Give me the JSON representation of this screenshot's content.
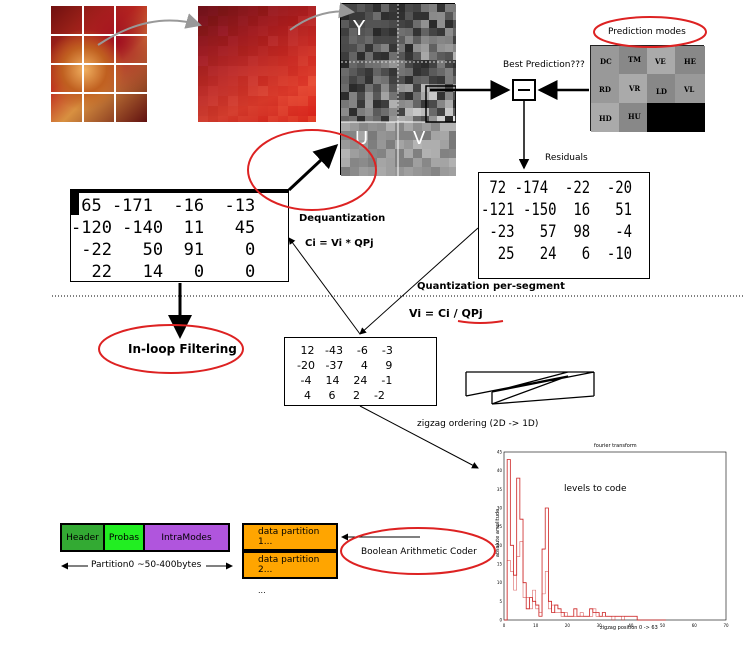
{
  "planes": {
    "y": "Y",
    "u": "U",
    "v": "V"
  },
  "prediction": {
    "title": "Prediction modes",
    "best_label": "Best Prediction???",
    "residuals_label": "Residuals",
    "modes": [
      "DC",
      "TM",
      "VE",
      "HE",
      "RD",
      "VR",
      "LD",
      "VL",
      "HD",
      "HU"
    ]
  },
  "residuals": {
    "rows": [
      " 72 -174  -22  -20",
      "-121 -150  16   51",
      " -23   57  98   -4",
      "  25   24   6  -10"
    ]
  },
  "reconstructed": {
    "rows": [
      " 65 -171  -16  -13",
      "-120 -140  11   45",
      " -22   50  91    0",
      "  22   14   0    0"
    ]
  },
  "dequant": {
    "title": "Dequantization",
    "formula": "Ci = Vi * QPj"
  },
  "quant": {
    "title": "Quantization per-segment",
    "formula_prefix": "Vi = Ci / ",
    "formula_qp": "QPj"
  },
  "levels": {
    "rows": [
      " 12   -43    -6    -3",
      "-20   -37     4     9",
      " -4    14    24    -1",
      "  4     6     2    -2"
    ]
  },
  "inloop": "In-loop Filtering",
  "zigzag": "zigzag ordering  (2D -> 1D)",
  "coder": "Boolean Arithmetic Coder",
  "partition0": {
    "header": "Header",
    "probas": "Probas",
    "intramodes": "IntraModes",
    "size": "Partition0  ~50-400bytes"
  },
  "partitions": [
    "data partition 1...",
    "data partition 2...",
    "..."
  ],
  "plot": {
    "title": "fourier transform",
    "annotation": "levels to code",
    "ylabel": "absolute amplitude",
    "xlabel": "zigzag position  0 -> 63",
    "x_ticks": [
      "0",
      "10",
      "20",
      "30",
      "40",
      "50",
      "60",
      "70"
    ],
    "y_ticks": [
      "0",
      "5",
      "10",
      "15",
      "20",
      "25",
      "30",
      "35",
      "40",
      "45"
    ]
  },
  "chart_data": {
    "type": "line",
    "title": "fourier transform",
    "xlabel": "zigzag position  0 -> 63",
    "ylabel": "absolute amplitude",
    "xlim": [
      0,
      70
    ],
    "ylim": [
      0,
      45
    ],
    "series": [
      {
        "x": [
          0,
          1,
          2,
          3,
          4,
          5,
          6,
          7,
          8,
          9,
          10,
          11,
          12,
          13,
          14,
          15,
          16,
          17,
          18,
          19,
          20,
          21,
          22,
          23,
          24,
          25,
          26,
          27,
          28,
          29,
          30,
          31,
          32,
          33,
          34,
          35,
          36,
          37,
          38,
          39,
          40,
          41,
          42,
          43,
          44,
          45,
          46,
          47,
          48,
          49,
          50
        ],
        "y": [
          0,
          43,
          20,
          12,
          38,
          27,
          10,
          3,
          6,
          5,
          4,
          1,
          19,
          30,
          5,
          2,
          4,
          3,
          2,
          1,
          1,
          1,
          3,
          1,
          1,
          1,
          1,
          3,
          2,
          2,
          1,
          2,
          1,
          1,
          1,
          1,
          1,
          1,
          1,
          1,
          1,
          1,
          0,
          0,
          0,
          0,
          0,
          0,
          0,
          0,
          0
        ]
      },
      {
        "x": [
          0,
          1,
          2,
          3,
          4,
          5,
          6,
          7,
          8,
          9,
          10,
          11,
          12,
          13,
          14,
          15,
          16,
          17,
          18,
          19,
          20,
          21,
          22,
          23,
          24,
          25,
          26,
          27,
          28,
          29,
          30,
          31,
          32,
          33,
          34,
          35,
          36,
          37,
          38,
          39,
          40,
          41,
          42,
          43,
          44,
          45,
          46,
          47,
          48,
          49,
          50
        ],
        "y": [
          0,
          16,
          13,
          8,
          17,
          21,
          6,
          6,
          3,
          8,
          3,
          2,
          7,
          13,
          3,
          4,
          2,
          2,
          1,
          2,
          1,
          1,
          1,
          1,
          2,
          1,
          1,
          1,
          3,
          1,
          1,
          1,
          1,
          1,
          0,
          1,
          1,
          0,
          1,
          1,
          1,
          1,
          0,
          0,
          0,
          0,
          0,
          0,
          0,
          0,
          0
        ]
      }
    ]
  },
  "colors": {
    "red_ellipse": "#dd2222",
    "header": "#33aa33",
    "probas": "#22ee22",
    "intramodes": "#b055dd",
    "partition": "#ffa500",
    "plot_line": "#cc2222"
  }
}
